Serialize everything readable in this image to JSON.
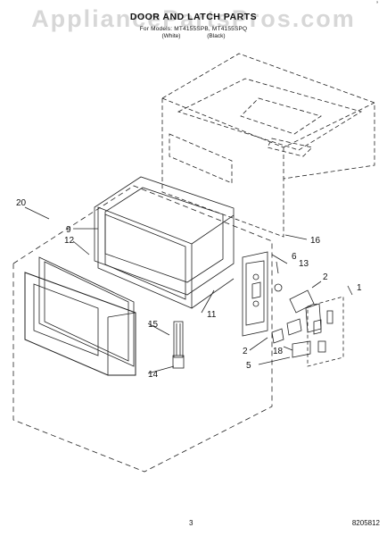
{
  "header": {
    "watermark": "AppliancePartsPros.com",
    "title": "DOOR AND LATCH PARTS",
    "models": "For Models: MT4155SPB, MT4155SPQ",
    "variants": [
      "(White)",
      "(Black)"
    ]
  },
  "callouts": [
    "20",
    "9",
    "12",
    "16",
    "6",
    "13",
    "2",
    "1",
    "11",
    "15",
    "2",
    "18",
    "5",
    "14"
  ],
  "footer": {
    "page_number": "3",
    "doc_code": "8205812"
  },
  "corner_mark": "’"
}
